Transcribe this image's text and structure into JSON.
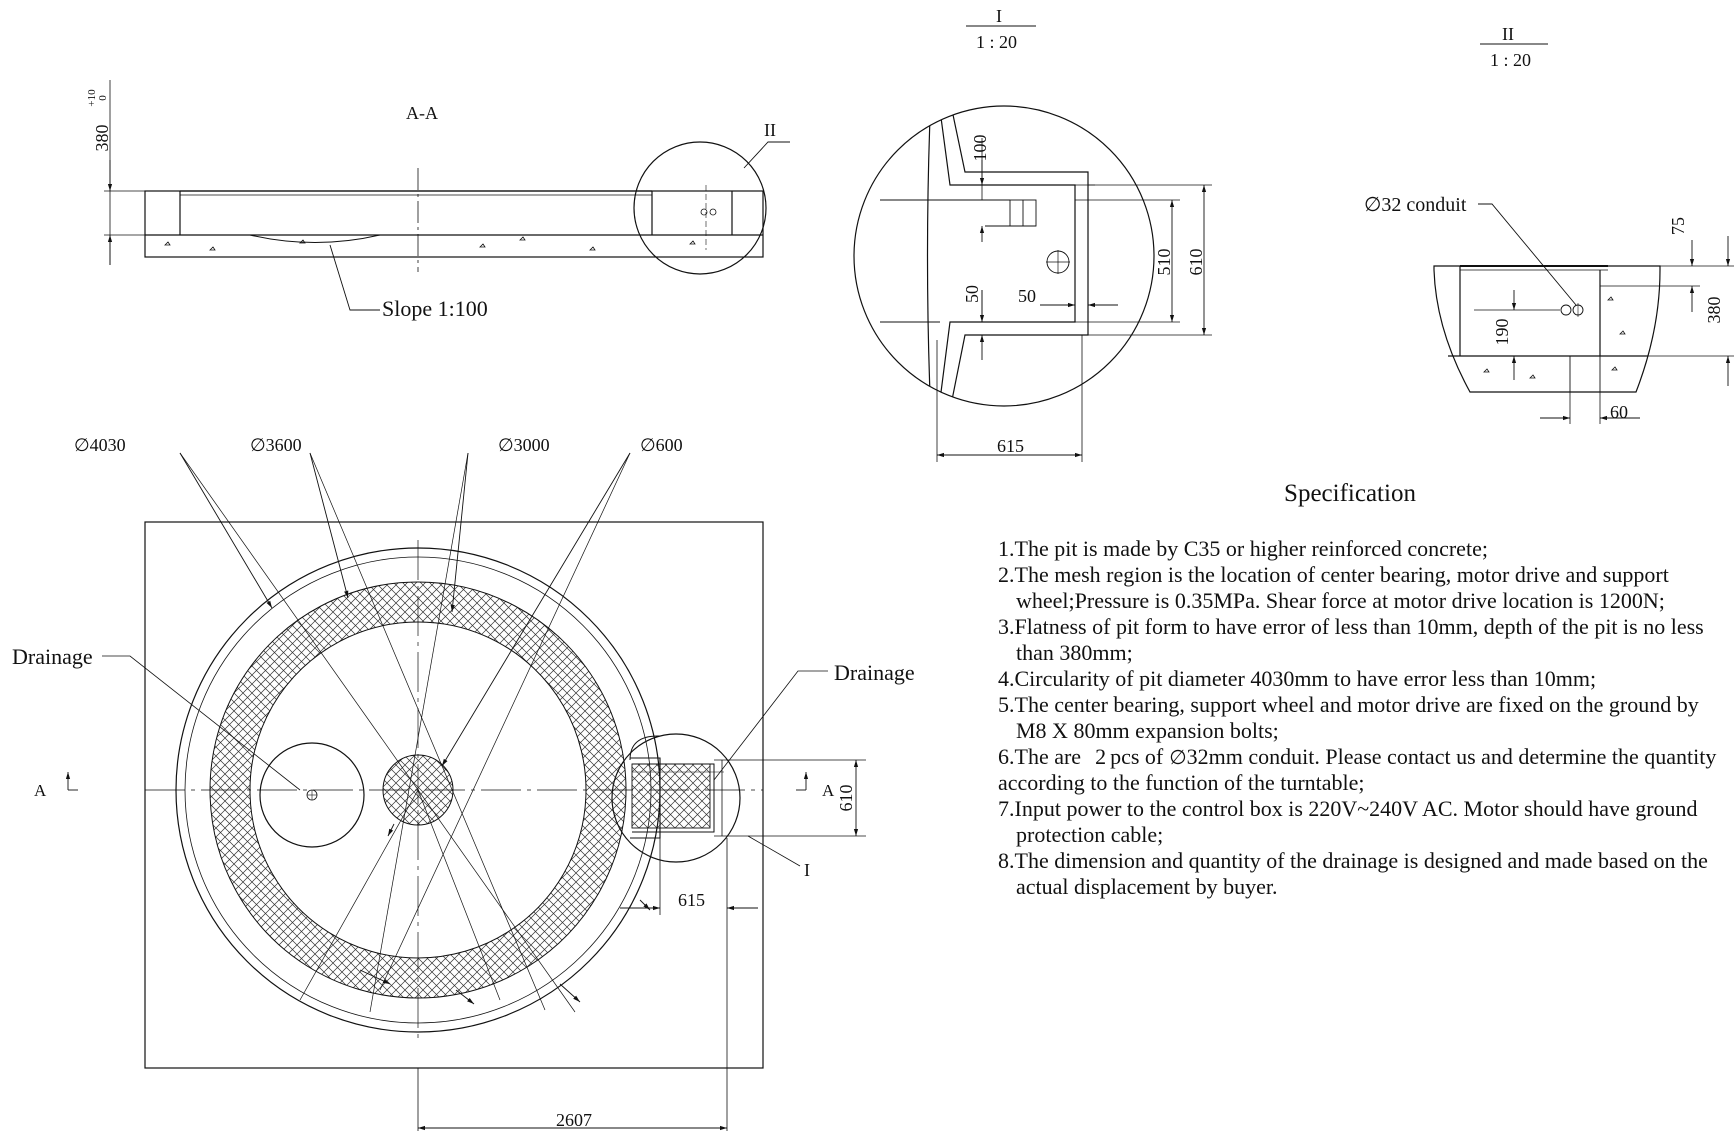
{
  "section_view": {
    "title": "A-A",
    "depth_label": "380",
    "tolerance_upper": "+10",
    "tolerance_lower": "0",
    "detail_ref": "II",
    "slope_label": "Slope 1:100"
  },
  "detail_I": {
    "ref": "I",
    "scale": "1 : 20",
    "dims": [
      "100",
      "510",
      "610",
      "50",
      "50",
      "615"
    ]
  },
  "detail_II": {
    "ref": "II",
    "scale": "1 : 20",
    "conduit_label": "∅32 conduit",
    "dims": [
      "75",
      "380",
      "190",
      "60"
    ]
  },
  "plan_view": {
    "diameters": [
      "∅4030",
      "∅3600",
      "∅3000",
      "∅600"
    ],
    "drainage_left": "Drainage",
    "drainage_right": "Drainage",
    "section_marker": "A",
    "dim_610": "610",
    "dim_615": "615",
    "dim_2607": "2607",
    "detail_ref": "I"
  },
  "specification": {
    "title": "Specification",
    "items": [
      "1.The pit is made by C35 or higher reinforced concrete;",
      "2.The mesh region is the location of center bearing, motor drive and support wheel;Pressure is 0.35MPa. Shear force at motor drive location is 1200N;",
      "3.Flatness of pit form to have error of less than 10mm, depth of the pit is no less than 380mm;",
      "4.Circularity of pit diameter 4030mm to have error less than 10mm;",
      "5.The center bearing, support wheel and motor drive are fixed on the ground by M8 X 80mm expansion bolts;"
    ],
    "item6_prefix": "6.The are",
    "item6_qty": "2",
    "item6_mid": "pcs of",
    "item6_phi": "∅",
    "item6_rest": "32mm conduit. Please contact us and determine the quantity according to the function of the turntable;",
    "items_after": [
      "7.Input power to the control box is 220V~240V AC. Motor should have ground protection cable;",
      "8.The dimension and quantity of the drainage is designed and made based on the actual displacement by buyer."
    ]
  }
}
